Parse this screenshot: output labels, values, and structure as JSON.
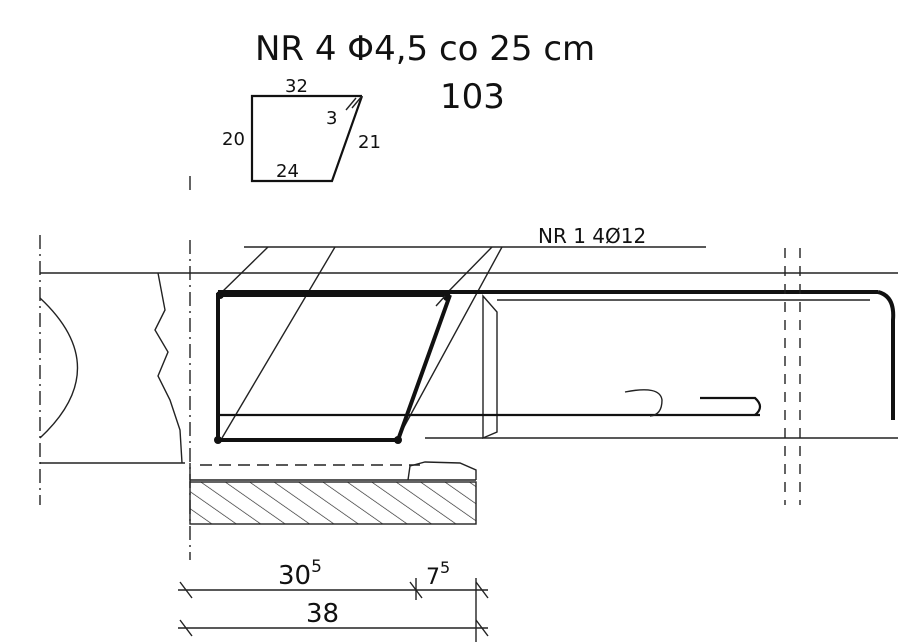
{
  "header": {
    "spec": "NR 4 Φ4,5 co 25 cm",
    "count": "103"
  },
  "stirrup_shape": {
    "top": "32",
    "left": "20",
    "bottom": "24",
    "hook": "3",
    "diagonal": "21"
  },
  "rebar_label": "NR 1 4Ø12",
  "dimensions": {
    "part1_base": "30",
    "part1_sup": "5",
    "part2_base": "7",
    "part2_sup": "5",
    "total": "38"
  }
}
